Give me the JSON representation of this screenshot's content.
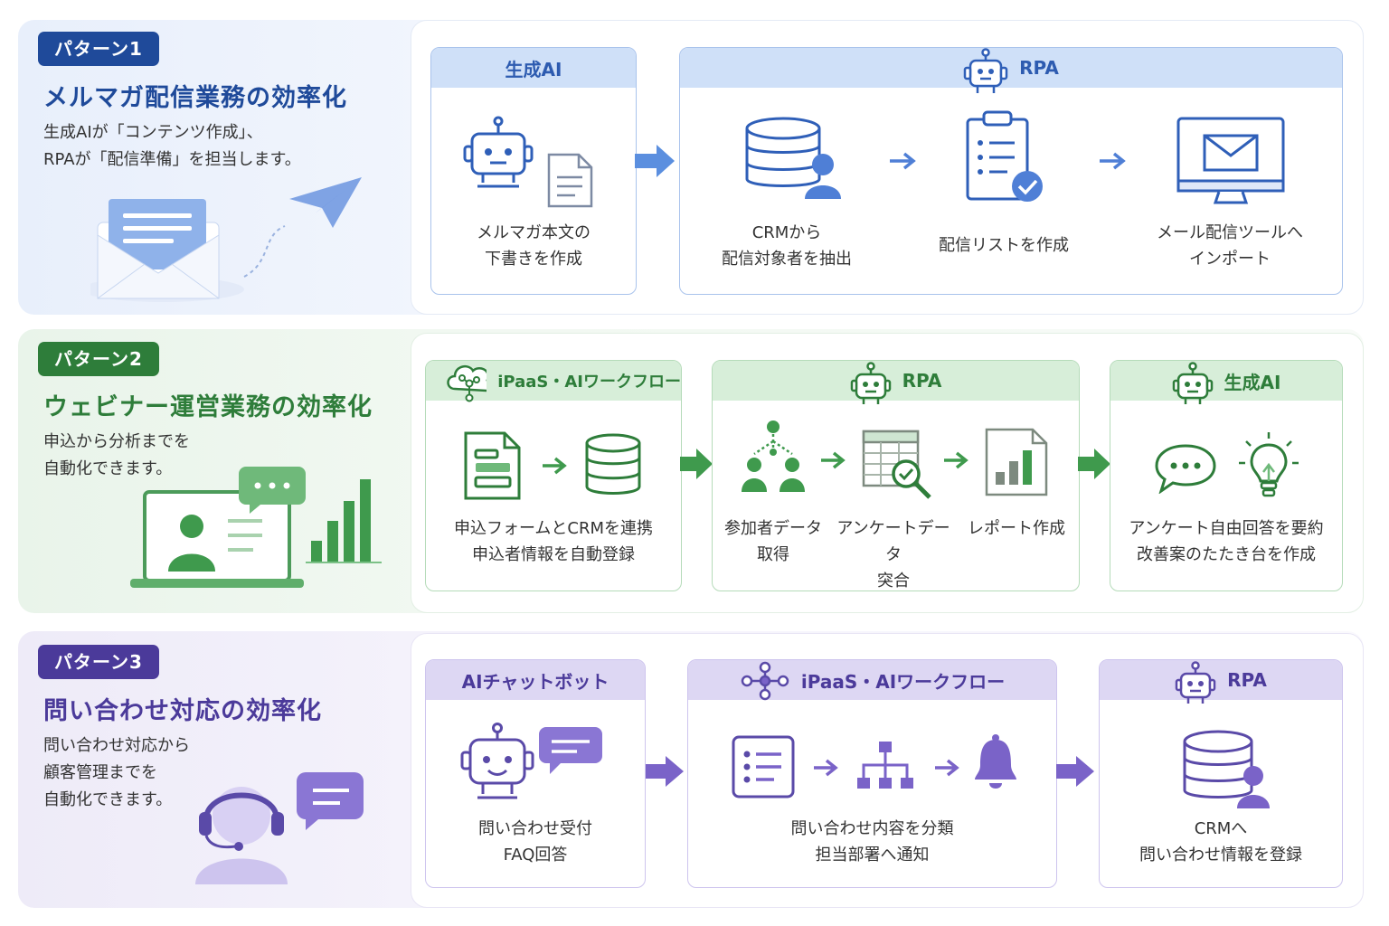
{
  "patterns": [
    {
      "badge": "パターン1",
      "title": "メルマガ配信業務の効率化",
      "desc": [
        "生成AIが「コンテンツ作成」、",
        "RPAが「配信準備」を担当します。"
      ],
      "color": "#1f4a9a",
      "boxes": [
        {
          "header": "生成AI",
          "captions": [
            "メルマガ本文の\n下書きを作成"
          ]
        },
        {
          "header": "RPA",
          "captions": [
            "CRMから\n配信対象者を抽出",
            "配信リストを作成",
            "メール配信ツールへ\nインポート"
          ]
        }
      ]
    },
    {
      "badge": "パターン2",
      "title": "ウェビナー運営業務の効率化",
      "desc": [
        "申込から分析までを",
        "自動化できます。"
      ],
      "color": "#2e7d3a",
      "boxes": [
        {
          "header": "iPaaS・AIワークフロー",
          "captions": [
            "申込フォームとCRMを連携\n申込者情報を自動登録"
          ]
        },
        {
          "header": "RPA",
          "captions": [
            "参加者データ\n取得",
            "アンケートデータ\n突合",
            "レポート作成"
          ]
        },
        {
          "header": "生成AI",
          "captions": [
            "アンケート自由回答を要約\n改善案のたたき台を作成"
          ]
        }
      ]
    },
    {
      "badge": "パターン3",
      "title": "問い合わせ対応の効率化",
      "desc": [
        "問い合わせ対応から",
        "顧客管理までを",
        "自動化できます。"
      ],
      "color": "#4b3a9a",
      "boxes": [
        {
          "header": "AIチャットボット",
          "captions": [
            "問い合わせ受付\nFAQ回答"
          ]
        },
        {
          "header": "iPaaS・AIワークフロー",
          "captions": [
            "問い合わせ内容を分類\n担当部署へ通知"
          ]
        },
        {
          "header": "RPA",
          "captions": [
            "CRMへ\n問い合わせ情報を登録"
          ]
        }
      ]
    }
  ],
  "icons": [
    "robot-icon",
    "document-icon",
    "database-user-icon",
    "clipboard-check-icon",
    "monitor-mail-icon",
    "envelope-illustration",
    "paper-plane-icon",
    "cloud-network-icon",
    "form-icon",
    "database-icon",
    "people-network-icon",
    "spreadsheet-search-icon",
    "bar-chart-icon",
    "speech-bubble-icon",
    "lightbulb-icon",
    "laptop-user-illustration",
    "chatbot-icon",
    "workflow-icon",
    "list-icon",
    "org-chart-icon",
    "bell-icon",
    "headset-operator-illustration"
  ],
  "colors": {
    "blue": "#4f7fd6",
    "blue_header": "#cfe0f8",
    "green": "#3f9a4d",
    "green_header": "#d7eed9",
    "purple": "#7a63c8",
    "purple_header": "#ddd7f3"
  }
}
